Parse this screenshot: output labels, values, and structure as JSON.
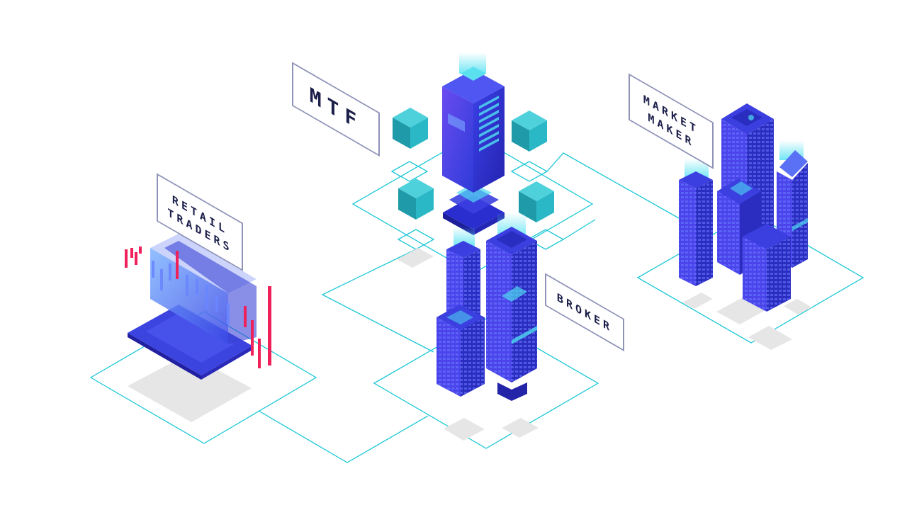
{
  "labels": {
    "mtf": "MTF",
    "market_maker_line1": "MARKET",
    "market_maker_line2": "MAKER",
    "retail_line1": "RETAIL",
    "retail_line2": "TRADERS",
    "broker": "BROKER"
  },
  "colors": {
    "line": "#1cc7d6",
    "label_border": "#8f93b8",
    "label_text": "#1b1f4a",
    "building_dark": "#2d2fc9",
    "building_light": "#5a4cf0",
    "building_top": "#3b3fe0",
    "building_accent": "#4fd8f0",
    "cube_left": "#1f9aa8",
    "cube_right": "#2bb8c6",
    "cube_top": "#4fd1dc",
    "chart_red": "#f0205a",
    "shadow": "#e6e6e6"
  },
  "icons": {
    "laptop": "laptop-icon",
    "server": "server-icon",
    "cube": "data-cube-icon",
    "skyscraper": "skyscraper-icon"
  }
}
